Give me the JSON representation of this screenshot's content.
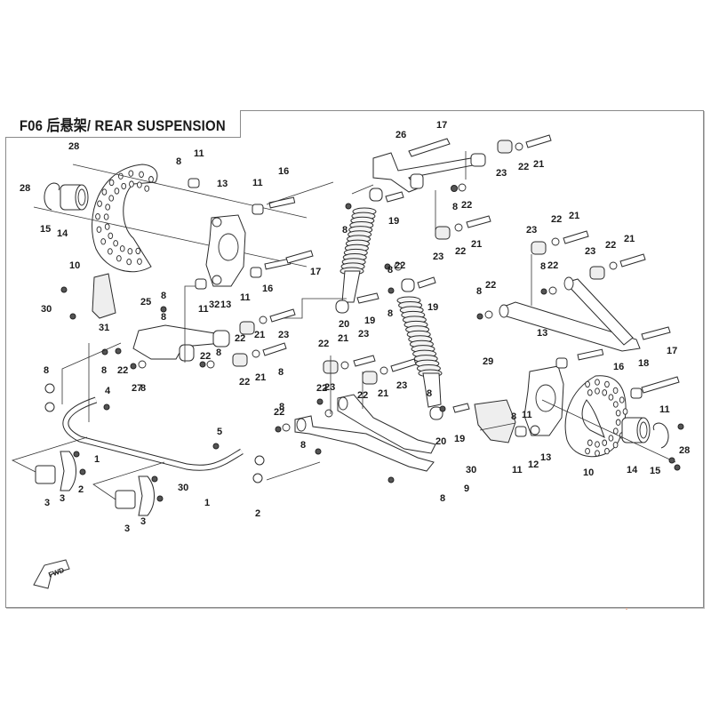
{
  "title": {
    "code": "F06",
    "text": "F06 后悬架/ REAR SUSPENSION",
    "chinese": "后悬架",
    "english": "REAR SUSPENSION"
  },
  "forward_indicator": "FWD",
  "callouts": [
    {
      "id": "c28a",
      "num": "28"
    },
    {
      "id": "c28b",
      "num": "28"
    },
    {
      "id": "c15a",
      "num": "15"
    },
    {
      "id": "c14a",
      "num": "14"
    },
    {
      "id": "c10a",
      "num": "10"
    },
    {
      "id": "c30a",
      "num": "30"
    },
    {
      "id": "c31",
      "num": "31"
    },
    {
      "id": "c8a",
      "num": "8"
    },
    {
      "id": "c11a",
      "num": "11"
    },
    {
      "id": "c13a",
      "num": "13"
    },
    {
      "id": "c11b",
      "num": "11"
    },
    {
      "id": "c16a",
      "num": "16"
    },
    {
      "id": "c17a",
      "num": "17"
    },
    {
      "id": "c16b",
      "num": "16"
    },
    {
      "id": "c11c",
      "num": "11"
    },
    {
      "id": "c13b",
      "num": "13"
    },
    {
      "id": "c32",
      "num": "32"
    },
    {
      "id": "c11d",
      "num": "11"
    },
    {
      "id": "c8b",
      "num": "8"
    },
    {
      "id": "c25",
      "num": "25"
    },
    {
      "id": "c8c",
      "num": "8"
    },
    {
      "id": "c26",
      "num": "26"
    },
    {
      "id": "c17b",
      "num": "17"
    },
    {
      "id": "c23a",
      "num": "23"
    },
    {
      "id": "c22a",
      "num": "22"
    },
    {
      "id": "c21a",
      "num": "21"
    },
    {
      "id": "c8d",
      "num": "8"
    },
    {
      "id": "c22b",
      "num": "22"
    },
    {
      "id": "c19a",
      "num": "19"
    },
    {
      "id": "c8e",
      "num": "8"
    },
    {
      "id": "c23b",
      "num": "23"
    },
    {
      "id": "c22c",
      "num": "22"
    },
    {
      "id": "c21b",
      "num": "21"
    },
    {
      "id": "c8f",
      "num": "8"
    },
    {
      "id": "c22d",
      "num": "22"
    },
    {
      "id": "c20a",
      "num": "20"
    },
    {
      "id": "c19b",
      "num": "19"
    },
    {
      "id": "c8g",
      "num": "8"
    },
    {
      "id": "c19c",
      "num": "19"
    },
    {
      "id": "c23c",
      "num": "23"
    },
    {
      "id": "c22e",
      "num": "22"
    },
    {
      "id": "c21c",
      "num": "21"
    },
    {
      "id": "c23d",
      "num": "23"
    },
    {
      "id": "c22f",
      "num": "22"
    },
    {
      "id": "c21d",
      "num": "21"
    },
    {
      "id": "c8h",
      "num": "8"
    },
    {
      "id": "c22g",
      "num": "22"
    },
    {
      "id": "c8i",
      "num": "8"
    },
    {
      "id": "c22h",
      "num": "22"
    },
    {
      "id": "c18",
      "num": "18"
    },
    {
      "id": "c17c",
      "num": "17"
    },
    {
      "id": "c13c",
      "num": "13"
    },
    {
      "id": "c16c",
      "num": "16"
    },
    {
      "id": "c11e",
      "num": "11"
    },
    {
      "id": "c29",
      "num": "29"
    },
    {
      "id": "c8j",
      "num": "8"
    },
    {
      "id": "c11f",
      "num": "11"
    },
    {
      "id": "c11g",
      "num": "11"
    },
    {
      "id": "c12",
      "num": "12"
    },
    {
      "id": "c13d",
      "num": "13"
    },
    {
      "id": "c10b",
      "num": "10"
    },
    {
      "id": "c14b",
      "num": "14"
    },
    {
      "id": "c15b",
      "num": "15"
    },
    {
      "id": "c28c",
      "num": "28"
    },
    {
      "id": "c30b",
      "num": "30"
    },
    {
      "id": "c9",
      "num": "9"
    },
    {
      "id": "c8k",
      "num": "8"
    },
    {
      "id": "c20b",
      "num": "20"
    },
    {
      "id": "c19d",
      "num": "19"
    },
    {
      "id": "c8l",
      "num": "8"
    },
    {
      "id": "c22i",
      "num": "22"
    },
    {
      "id": "c8m",
      "num": "8"
    },
    {
      "id": "c8n",
      "num": "8"
    },
    {
      "id": "c22j",
      "num": "22"
    },
    {
      "id": "c23e",
      "num": "23"
    },
    {
      "id": "c22k",
      "num": "22"
    },
    {
      "id": "c21e",
      "num": "21"
    },
    {
      "id": "c23f",
      "num": "23"
    },
    {
      "id": "c22l",
      "num": "22"
    },
    {
      "id": "c21f",
      "num": "21"
    },
    {
      "id": "c23g",
      "num": "23"
    },
    {
      "id": "c22m",
      "num": "22"
    },
    {
      "id": "c21g",
      "num": "21"
    },
    {
      "id": "c23h",
      "num": "23"
    },
    {
      "id": "c22n",
      "num": "22"
    },
    {
      "id": "c21h",
      "num": "21"
    },
    {
      "id": "c8o",
      "num": "8"
    },
    {
      "id": "c22o",
      "num": "22"
    },
    {
      "id": "c8p",
      "num": "8"
    },
    {
      "id": "c8q",
      "num": "8"
    },
    {
      "id": "c22p",
      "num": "22"
    },
    {
      "id": "c27",
      "num": "27"
    },
    {
      "id": "c8r",
      "num": "8"
    },
    {
      "id": "c8s",
      "num": "8"
    },
    {
      "id": "c4",
      "num": "4"
    },
    {
      "id": "c5",
      "num": "5"
    },
    {
      "id": "c1a",
      "num": "1"
    },
    {
      "id": "c2a",
      "num": "2"
    },
    {
      "id": "c3a",
      "num": "3"
    },
    {
      "id": "c3b",
      "num": "3"
    },
    {
      "id": "c1b",
      "num": "1"
    },
    {
      "id": "c2b",
      "num": "2"
    },
    {
      "id": "c3c",
      "num": "3"
    },
    {
      "id": "c3d",
      "num": "3"
    },
    {
      "id": "c30c",
      "num": "30"
    }
  ]
}
